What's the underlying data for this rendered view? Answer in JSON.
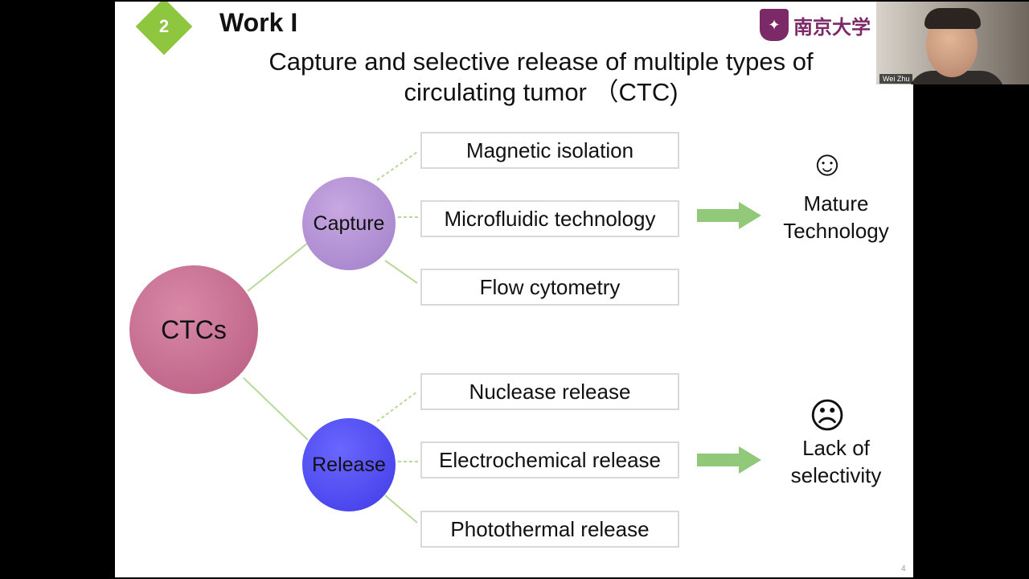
{
  "slide": {
    "section_number": "2",
    "work_title": "Work I",
    "subtitle_line1": "Capture and selective release of multiple types of",
    "subtitle_line2": "circulating tumor （CTC)",
    "logo_text": "南京大学",
    "page_number": "4"
  },
  "diagram": {
    "root": "CTCs",
    "capture": {
      "label": "Capture",
      "methods": [
        "Magnetic isolation",
        "Microfluidic technology",
        "Flow cytometry"
      ],
      "face": "☺",
      "outcome_line1": "Mature",
      "outcome_line2": "Technology"
    },
    "release": {
      "label": "Release",
      "methods": [
        "Nuclease release",
        "Electrochemical release",
        "Photothermal release"
      ],
      "face": "☹",
      "outcome_line1": "Lack of",
      "outcome_line2": "selectivity"
    }
  },
  "colors": {
    "badge": "#8ec63f",
    "ctcs_node": "#c8709a",
    "capture_node": "#b393d6",
    "release_node": "#4e4af5",
    "arrow": "#92c87a",
    "connector": "#b9d89a"
  },
  "webcam": {
    "participant_label": "Wei Zhu"
  }
}
